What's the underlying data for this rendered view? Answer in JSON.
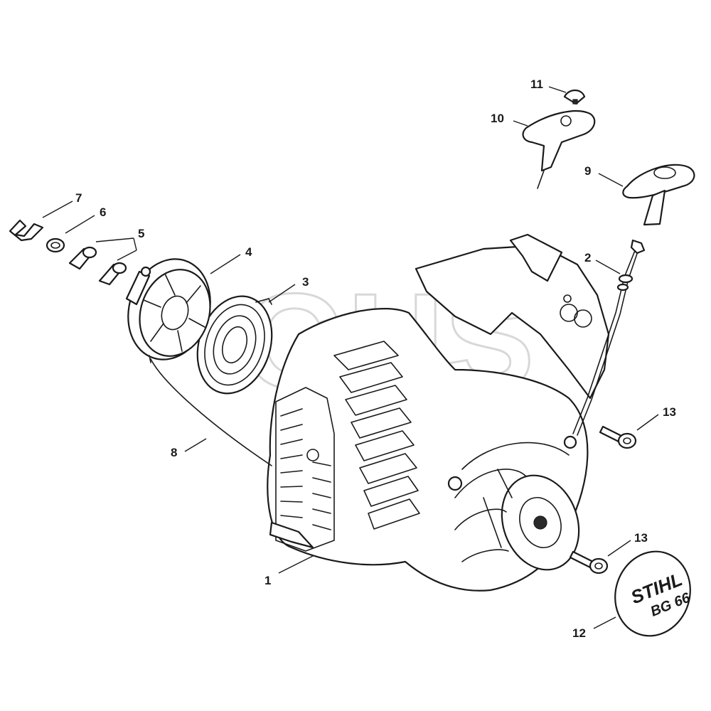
{
  "diagram": {
    "watermark": "GHS",
    "cover_logo": {
      "brand": "STIHL",
      "model": "BG 66"
    },
    "callouts": [
      {
        "id": "c1",
        "label": "1"
      },
      {
        "id": "c2",
        "label": "2"
      },
      {
        "id": "c3",
        "label": "3"
      },
      {
        "id": "c4",
        "label": "4"
      },
      {
        "id": "c5",
        "label": "5"
      },
      {
        "id": "c6",
        "label": "6"
      },
      {
        "id": "c7",
        "label": "7"
      },
      {
        "id": "c8",
        "label": "8"
      },
      {
        "id": "c9",
        "label": "9"
      },
      {
        "id": "c10",
        "label": "10"
      },
      {
        "id": "c11",
        "label": "11"
      },
      {
        "id": "c12",
        "label": "12"
      },
      {
        "id": "c13a",
        "label": "13"
      },
      {
        "id": "c13b",
        "label": "13"
      }
    ]
  }
}
